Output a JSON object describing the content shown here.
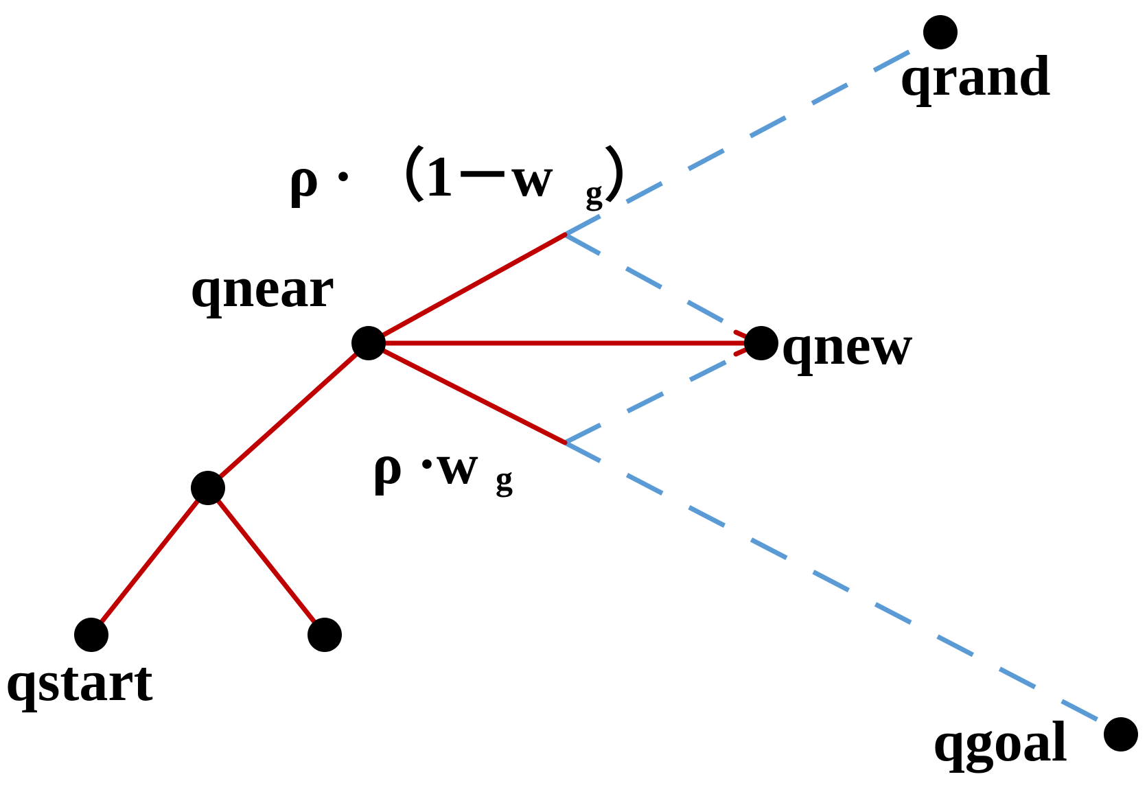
{
  "nodes": {
    "qrand": {
      "label": "qrand"
    },
    "qnear": {
      "label": "qnear"
    },
    "qnew": {
      "label": "qnew"
    },
    "qstart": {
      "label": "qstart"
    },
    "qgoal": {
      "label": "qgoal"
    }
  },
  "formulas": {
    "upper": {
      "main": "ρ · （1－w",
      "sub": "g",
      "close": "）"
    },
    "lower": {
      "main": "ρ ·w",
      "sub": "g"
    }
  },
  "colors": {
    "tree_edge": "#c00000",
    "dashed_edge": "#5b9bd5",
    "node": "#000000"
  }
}
